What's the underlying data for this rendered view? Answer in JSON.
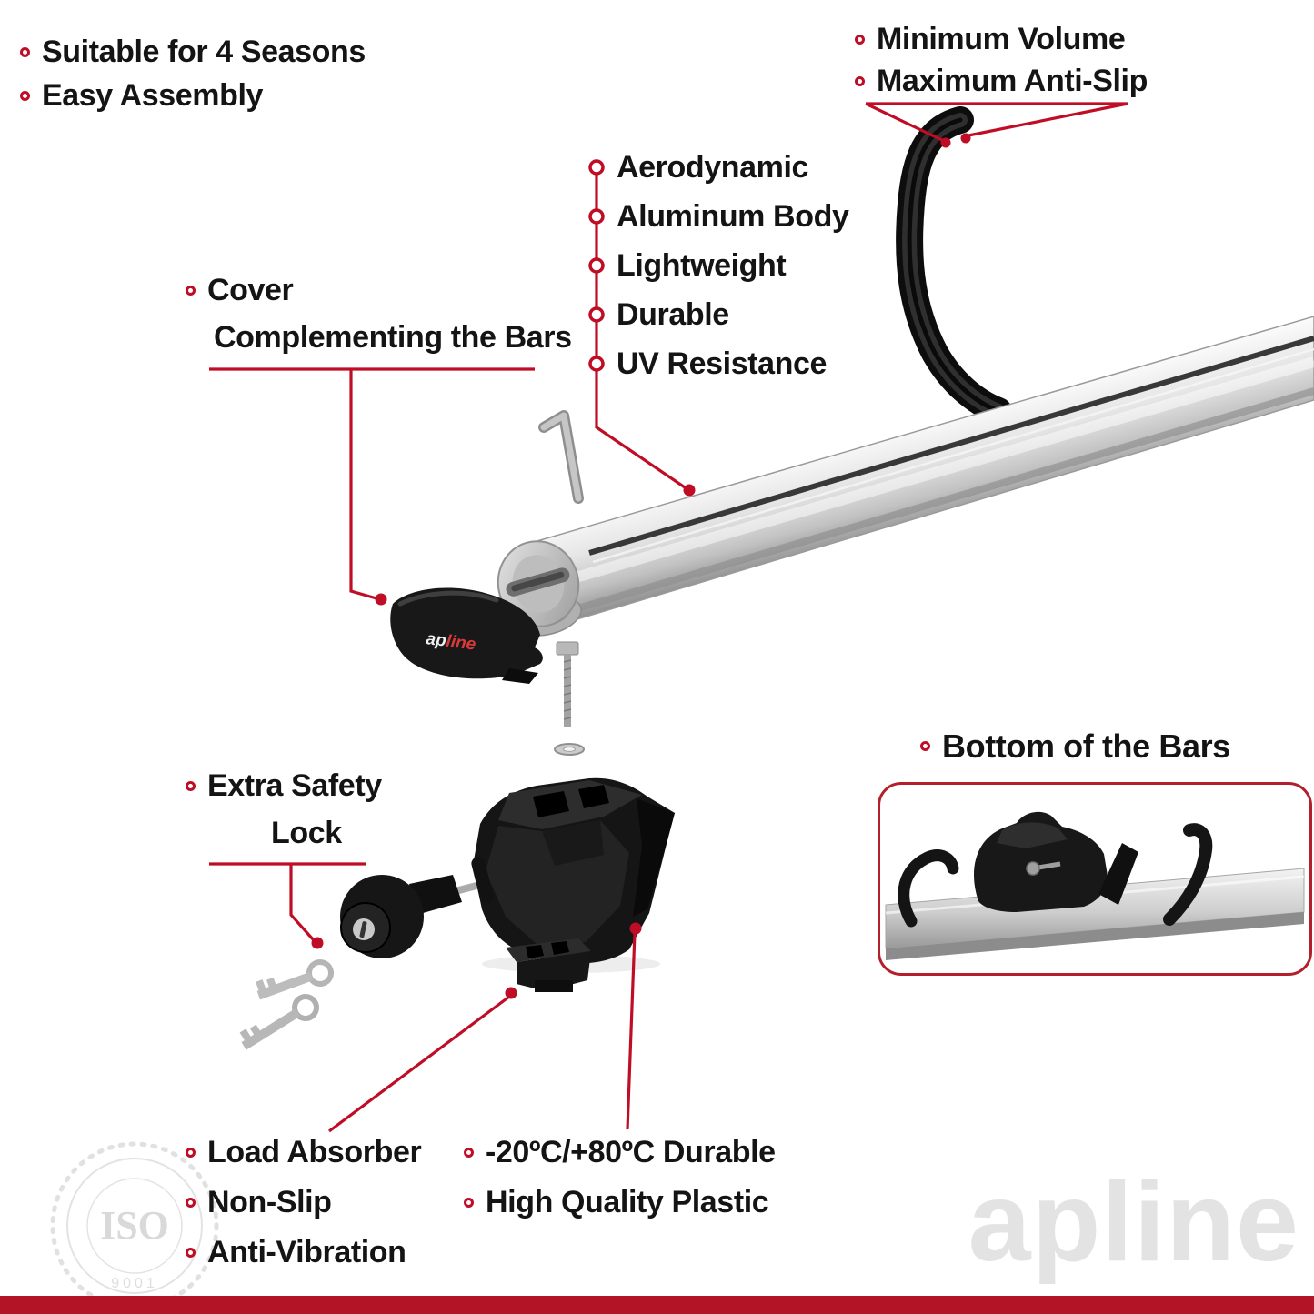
{
  "colors": {
    "accent": "#c00d26",
    "bottom_band": "#b31527",
    "bar_silver": "#c9c9c9"
  },
  "top_left_bullets": [
    "Suitable for 4 Seasons",
    "Easy Assembly"
  ],
  "top_right_bullets": [
    "Minimum Volume",
    "Maximum Anti-Slip"
  ],
  "feature_list": [
    "Aerodynamic",
    "Aluminum Body",
    "Lightweight",
    "Durable",
    "UV Resistance"
  ],
  "cover_label": {
    "line1": "Cover",
    "line2": "Complementing the Bars"
  },
  "lock_label": {
    "line1": "Extra Safety",
    "line2": "Lock"
  },
  "inset_title": "Bottom of the Bars",
  "bottom_left_bullets": [
    "Load Absorber",
    "Non-Slip",
    "Anti-Vibration"
  ],
  "bottom_mid_bullets": [
    "-20ºC/+80ºC Durable",
    "High Quality Plastic"
  ],
  "cover_logo": {
    "part1": "ap",
    "part2": "line"
  },
  "watermark_logo": "apline",
  "iso_stamp": {
    "title": "ISO",
    "subtitle": "9001"
  }
}
